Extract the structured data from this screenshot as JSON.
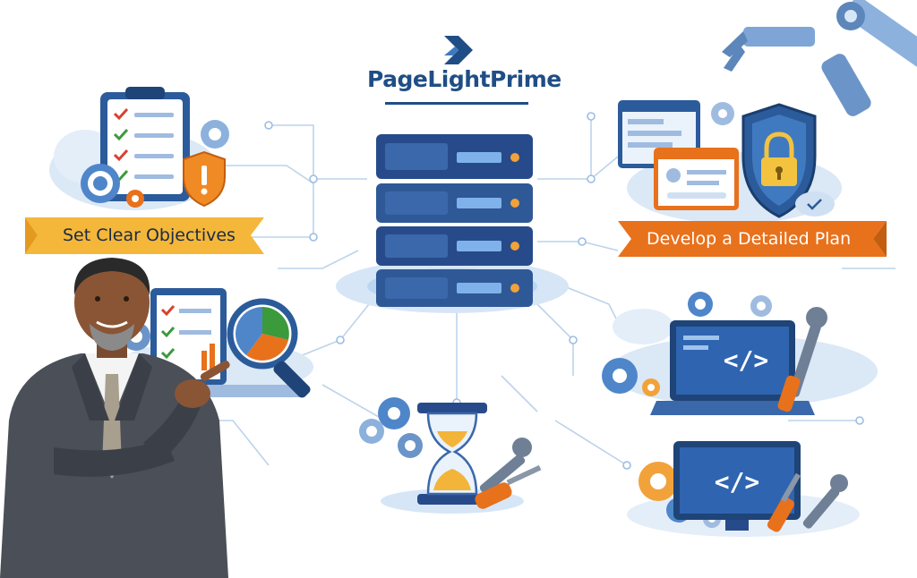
{
  "brand": {
    "name": "PageLightPrime"
  },
  "steps": [
    {
      "label": "Set Clear Objectives"
    },
    {
      "label": "Develop a Detailed Plan"
    }
  ],
  "colors": {
    "brand": "#1f4e86",
    "accent_orange": "#e8711c",
    "banner_yellow": "#f4b73a",
    "server_blue": "#274b8a",
    "circuit_line": "#bcd3ec"
  },
  "icons": [
    "checklist-clipboard-icon",
    "warning-shield-icon",
    "gear-icon",
    "server-rack-icon",
    "security-lock-shield-icon",
    "browser-window-icon",
    "cloud-icon",
    "magnifier-pie-chart-icon",
    "hourglass-icon",
    "wrench-icon",
    "screwdriver-icon",
    "code-laptop-icon",
    "code-monitor-icon",
    "robotic-arm-icon",
    "businessman-figure"
  ]
}
